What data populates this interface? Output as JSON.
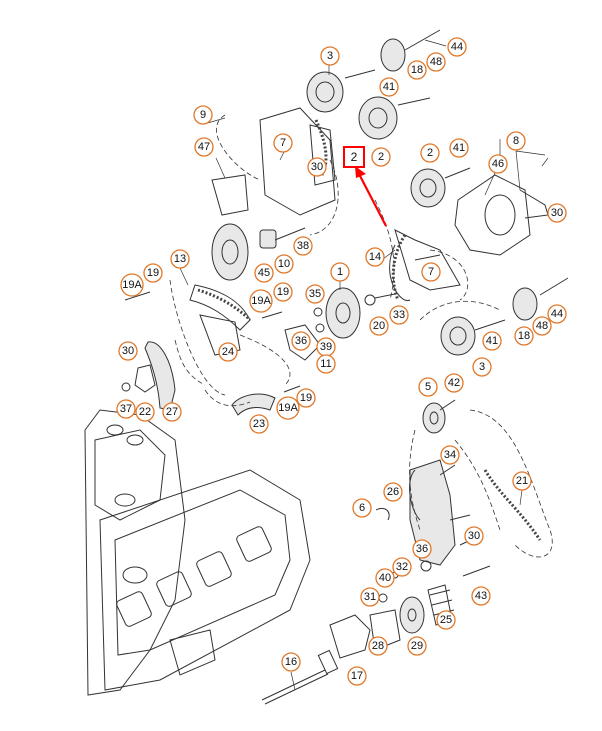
{
  "diagram": {
    "highlight": {
      "label": "2",
      "color": "#ff0000"
    },
    "accent_color": "#e0782a",
    "callouts": [
      {
        "id": "c3-top",
        "label": "3"
      },
      {
        "id": "c44-top",
        "label": "44"
      },
      {
        "id": "c48-top",
        "label": "48"
      },
      {
        "id": "c18-top",
        "label": "18"
      },
      {
        "id": "c41-top",
        "label": "41"
      },
      {
        "id": "c9",
        "label": "9"
      },
      {
        "id": "c47",
        "label": "47"
      },
      {
        "id": "c7-top",
        "label": "7"
      },
      {
        "id": "c30-top",
        "label": "30"
      },
      {
        "id": "c2-right",
        "label": "2"
      },
      {
        "id": "c8",
        "label": "8"
      },
      {
        "id": "c41-mid",
        "label": "41"
      },
      {
        "id": "c2-mid",
        "label": "2"
      },
      {
        "id": "c46",
        "label": "46"
      },
      {
        "id": "c30-right",
        "label": "30"
      },
      {
        "id": "c38",
        "label": "38"
      },
      {
        "id": "c45",
        "label": "45"
      },
      {
        "id": "c10",
        "label": "10"
      },
      {
        "id": "c14",
        "label": "14"
      },
      {
        "id": "c7-mid",
        "label": "7"
      },
      {
        "id": "c13",
        "label": "13"
      },
      {
        "id": "c19-a",
        "label": "19"
      },
      {
        "id": "c19A-a",
        "label": "19A"
      },
      {
        "id": "c19A-b",
        "label": "19A"
      },
      {
        "id": "c19-b",
        "label": "19"
      },
      {
        "id": "c1",
        "label": "1"
      },
      {
        "id": "c35",
        "label": "35"
      },
      {
        "id": "c20",
        "label": "20"
      },
      {
        "id": "c33",
        "label": "33"
      },
      {
        "id": "c44-right",
        "label": "44"
      },
      {
        "id": "c48-right",
        "label": "48"
      },
      {
        "id": "c18-right",
        "label": "18"
      },
      {
        "id": "c24",
        "label": "24"
      },
      {
        "id": "c36-top",
        "label": "36"
      },
      {
        "id": "c39",
        "label": "39"
      },
      {
        "id": "c11",
        "label": "11"
      },
      {
        "id": "c41-right",
        "label": "41"
      },
      {
        "id": "c3-right",
        "label": "3"
      },
      {
        "id": "c30-left",
        "label": "30"
      },
      {
        "id": "c37",
        "label": "37"
      },
      {
        "id": "c22",
        "label": "22"
      },
      {
        "id": "c27",
        "label": "27"
      },
      {
        "id": "c19A-c",
        "label": "19A"
      },
      {
        "id": "c19-c",
        "label": "19"
      },
      {
        "id": "c23",
        "label": "23"
      },
      {
        "id": "c5",
        "label": "5"
      },
      {
        "id": "c42",
        "label": "42"
      },
      {
        "id": "c34",
        "label": "34"
      },
      {
        "id": "c26",
        "label": "26"
      },
      {
        "id": "c21",
        "label": "21"
      },
      {
        "id": "c6",
        "label": "6"
      },
      {
        "id": "c30-low",
        "label": "30"
      },
      {
        "id": "c36-low",
        "label": "36"
      },
      {
        "id": "c32",
        "label": "32"
      },
      {
        "id": "c40",
        "label": "40"
      },
      {
        "id": "c43",
        "label": "43"
      },
      {
        "id": "c31",
        "label": "31"
      },
      {
        "id": "c25",
        "label": "25"
      },
      {
        "id": "c28",
        "label": "28"
      },
      {
        "id": "c29",
        "label": "29"
      },
      {
        "id": "c16",
        "label": "16"
      },
      {
        "id": "c17",
        "label": "17"
      }
    ]
  }
}
